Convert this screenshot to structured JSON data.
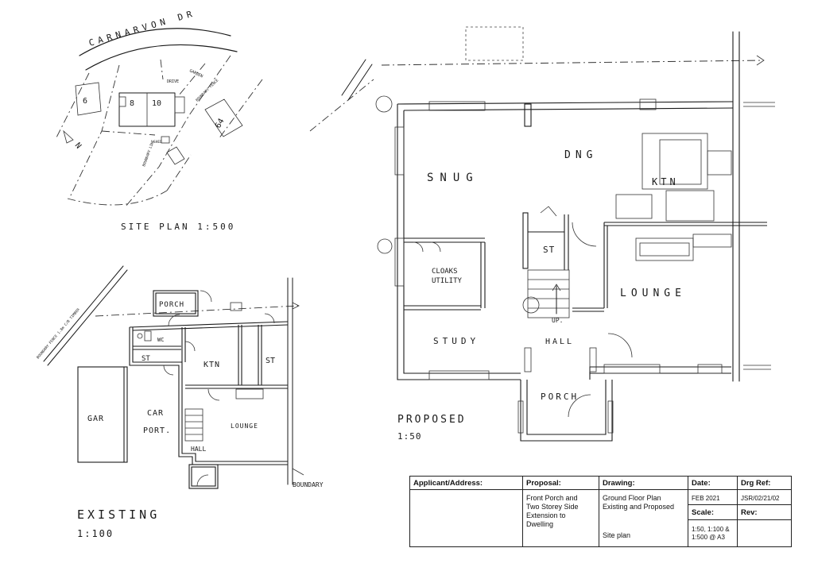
{
  "site_plan": {
    "street": "CARNARVON DR",
    "title": "SITE PLAN 1:500",
    "house_numbers": [
      "6",
      "8",
      "10",
      "64"
    ],
    "labels": {
      "drive": "DRIVE",
      "garden": "GARDEN",
      "boundary_fence": "BOUNDARY FENCE",
      "boundary_line": "BOUNDARY LINE",
      "shed": "SHED"
    },
    "north": "N"
  },
  "existing": {
    "title": "EXISTING",
    "scale": "1:100",
    "rooms": [
      "PORCH",
      "WC",
      "ST",
      "KTN",
      "ST",
      "GAR",
      "CAR",
      "PORT.",
      "LOUNGE",
      "HALL"
    ],
    "boundary_note": "BOUNDARY FENCE 1.8m C/B TIMBER",
    "boundary": "BOUNDARY"
  },
  "proposed": {
    "title": "PROPOSED",
    "scale": "1:50",
    "rooms": {
      "snug": "SNUG",
      "dng": "DNG",
      "ktn": "KTN",
      "st": "ST",
      "cloaks": "CLOAKS",
      "utility": "UTILITY",
      "lounge": "LOUNGE",
      "up": "UP.",
      "study": "STUDY",
      "hall": "HALL",
      "porch": "PORCH"
    }
  },
  "title_block": {
    "applicant_header": "Applicant/Address:",
    "applicant_value": "",
    "proposal_header": "Proposal:",
    "proposal_lines": [
      "Front Porch and",
      "Two Storey Side",
      "Extension to",
      "Dwelling"
    ],
    "drawing_header": "Drawing:",
    "drawing_lines": [
      "Ground Floor Plan",
      "Existing and Proposed"
    ],
    "drawing_extra": "Site plan",
    "date_header": "Date:",
    "date_value": "FEB 2021",
    "scale_header": "Scale:",
    "scale_lines": [
      "1:50, 1:100 &",
      "1:500 @ A3"
    ],
    "ref_header": "Drg Ref:",
    "ref_value": "JSR/02/21/02",
    "rev_header": "Rev:",
    "rev_value": ""
  }
}
